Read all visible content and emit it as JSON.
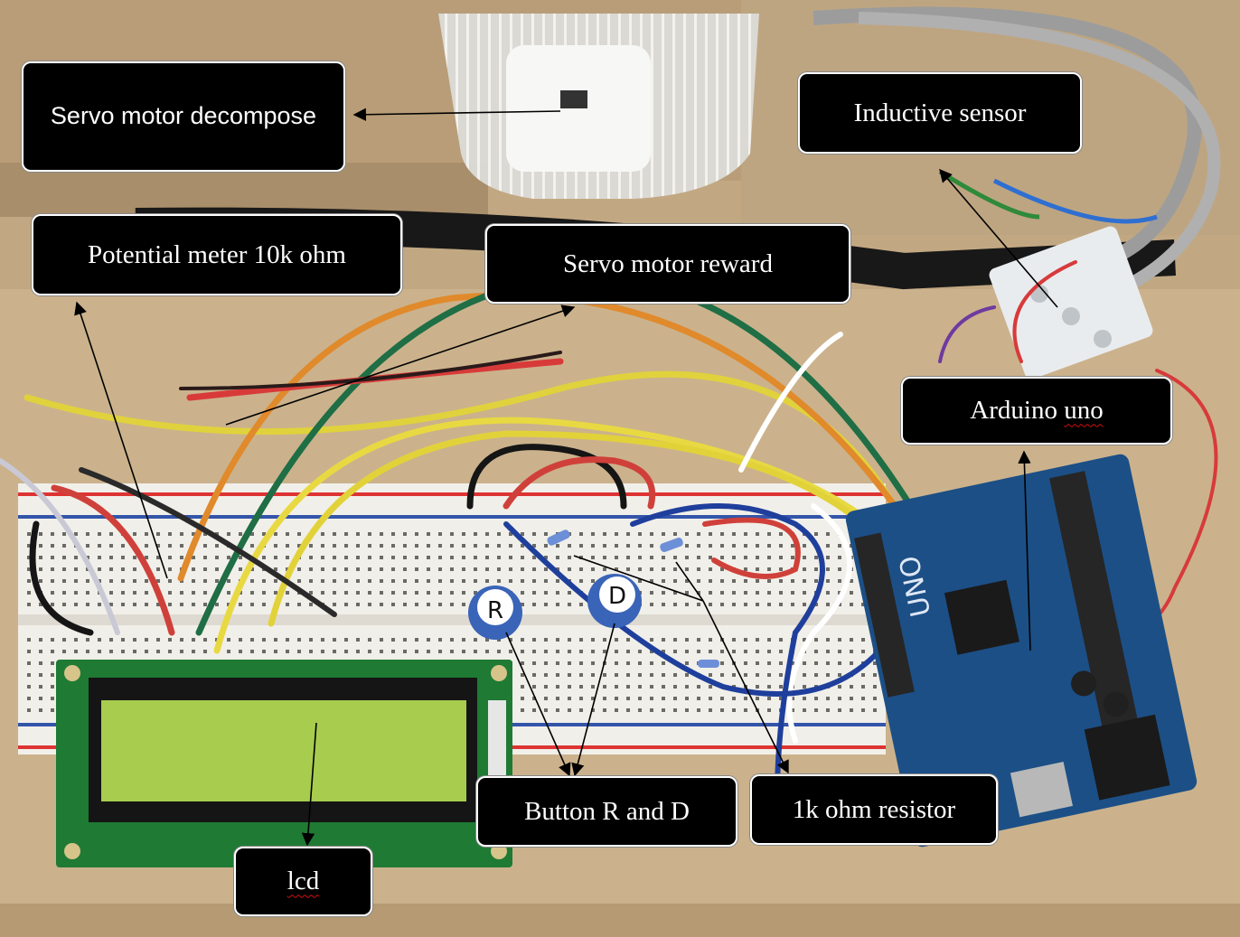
{
  "labels": {
    "servo_decompose": "Servo motor decompose",
    "inductive_sensor": "Inductive sensor",
    "potential_meter": "Potential meter 10k ohm",
    "servo_reward": "Servo motor reward",
    "arduino_prefix": "Arduino ",
    "arduino_word": "uno",
    "button": "Button R and D",
    "resistor": "1k ohm resistor",
    "lcd": "lcd"
  },
  "buttons": {
    "r": "R",
    "d": "D"
  },
  "board_text": "UNO",
  "colors": {
    "cardboard": "#c9b08a",
    "cardboard_dark": "#b39670",
    "breadboard": "#f1efe9",
    "pcb_green": "#1f7a34",
    "lcd_screen": "#a8cc4e",
    "arduino_blue": "#1c4f86",
    "callout_bg": "#000000",
    "callout_text": "#ffffff"
  }
}
